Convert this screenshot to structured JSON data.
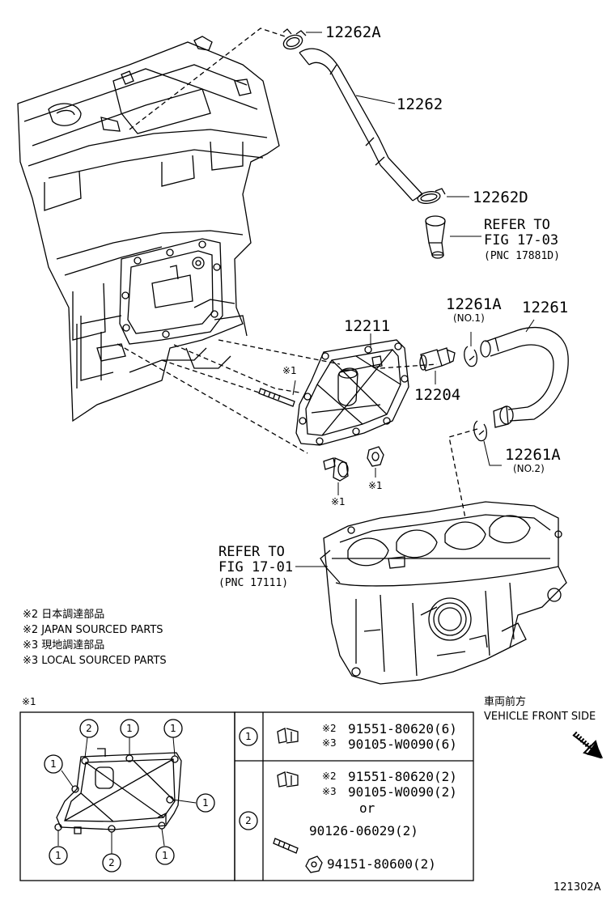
{
  "callouts": {
    "p12262a": "12262A",
    "p12262": "12262",
    "p12262d": "12262D",
    "p12261a_1": "12261A",
    "p12261a_1_sub": "(NO.1)",
    "p12261": "12261",
    "p12211": "12211",
    "p12204": "12204",
    "p12261a_2": "12261A",
    "p12261a_2_sub": "(NO.2)"
  },
  "refer_upper": {
    "line1": "REFER TO",
    "line2": "FIG 17-03",
    "line3": "(PNC 17881D)"
  },
  "refer_lower": {
    "line1": "REFER TO",
    "line2": "FIG 17-01",
    "line3": "(PNC 17111)"
  },
  "marks": {
    "m1": "※1",
    "m1_stud": "※1",
    "m1_bolt": "※1",
    "m1_nut": "※1",
    "detail_ref": "※1"
  },
  "notes": [
    "※2 日本調達部品",
    "※2 JAPAN SOURCED PARTS",
    "※3 現地調達部品",
    "※3 LOCAL SOURCED PARTS"
  ],
  "front": {
    "jp": "車両前方",
    "en": "VEHICLE FRONT SIDE"
  },
  "detail_markers": {
    "top": [
      "2",
      "1",
      "1"
    ],
    "left": "1",
    "right": "1",
    "bottom": [
      "1",
      "2",
      "1"
    ]
  },
  "parts_table": {
    "rows": [
      {
        "key": "1",
        "lines": [
          {
            "mark": "※2",
            "text": "91551-80620(6)"
          },
          {
            "mark": "※3",
            "text": "90105-W0090(6)"
          }
        ]
      },
      {
        "key": "2",
        "lines": [
          {
            "mark": "※2",
            "text": "91551-80620(2)"
          },
          {
            "mark": "※3",
            "text": "90105-W0090(2)"
          },
          {
            "mark": "",
            "text": "or"
          },
          {
            "mark": "",
            "text": "90126-06029(2)"
          },
          {
            "mark": "",
            "text": "94151-80600(2)"
          }
        ]
      }
    ]
  },
  "figure_code": "121302A"
}
